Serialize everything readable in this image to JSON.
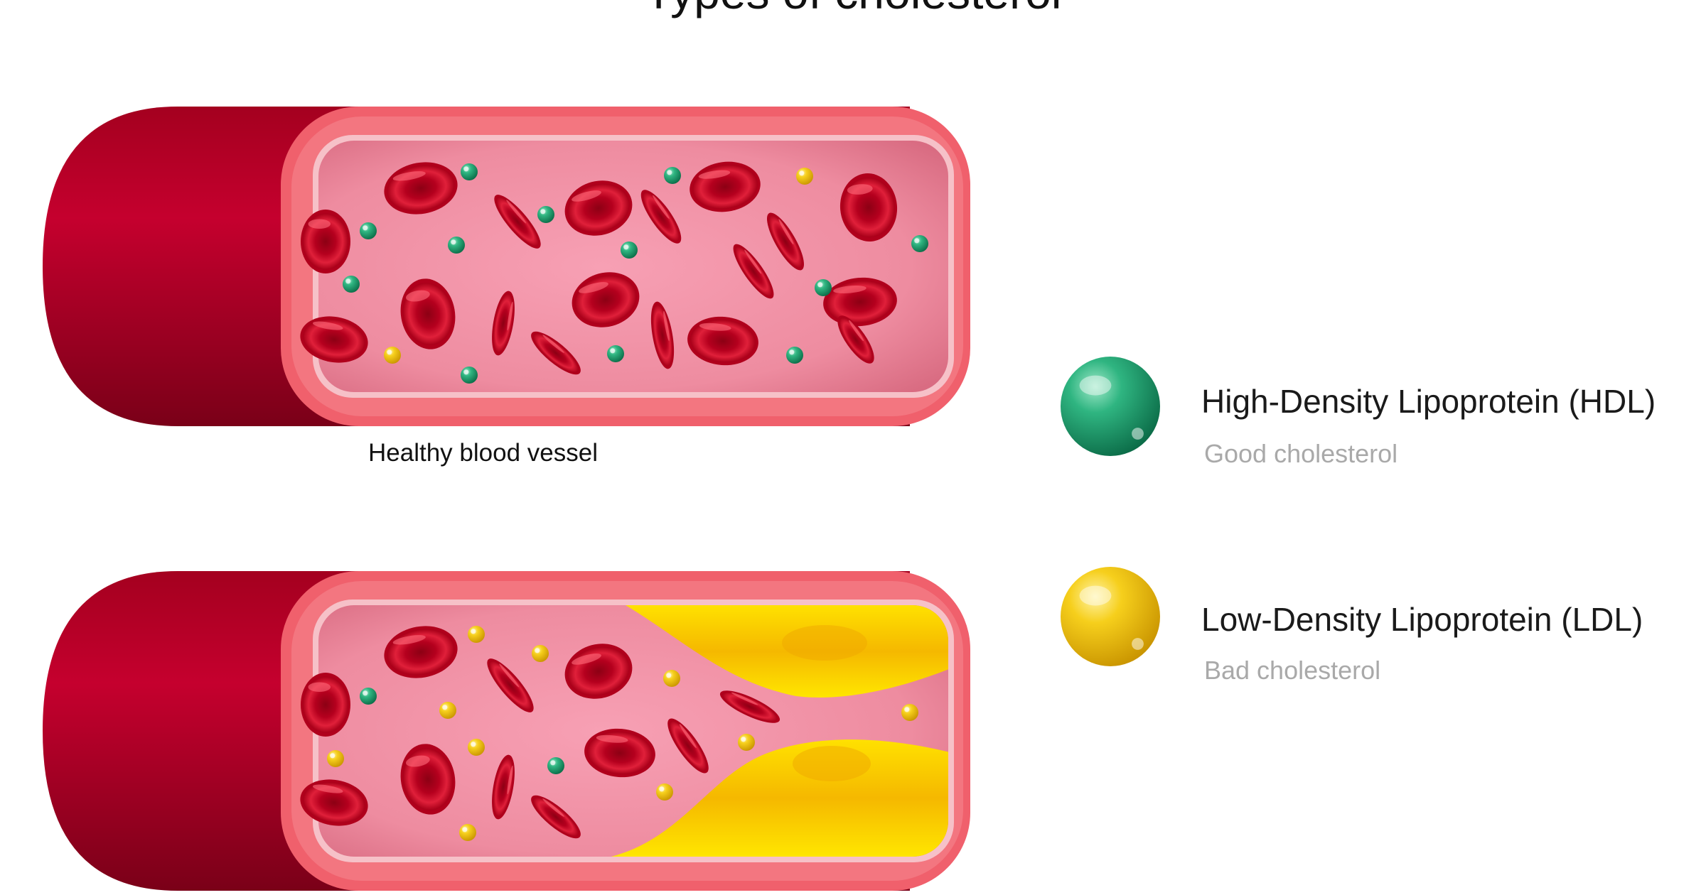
{
  "title": "Types of cholesterol",
  "vessels": [
    {
      "caption": "Healthy blood vessel"
    }
  ],
  "legend": [
    {
      "name": "High-Density Lipoprotein (HDL)",
      "description": "Good cholesterol",
      "icon": "green-sphere-icon",
      "color": "#1e9c6c"
    },
    {
      "name": "Low-Density Lipoprotein (LDL)",
      "description": "Bad cholesterol",
      "icon": "yellow-sphere-icon",
      "color": "#f2c614"
    }
  ],
  "colors": {
    "vessel_outer": "#b5002b",
    "vessel_wall": "#f26b73",
    "lumen": "#f08aa0",
    "red_blood_cell": "#c8102e",
    "hdl": "#1e9c6c",
    "ldl": "#f2c614",
    "plaque": "#f8c400"
  }
}
